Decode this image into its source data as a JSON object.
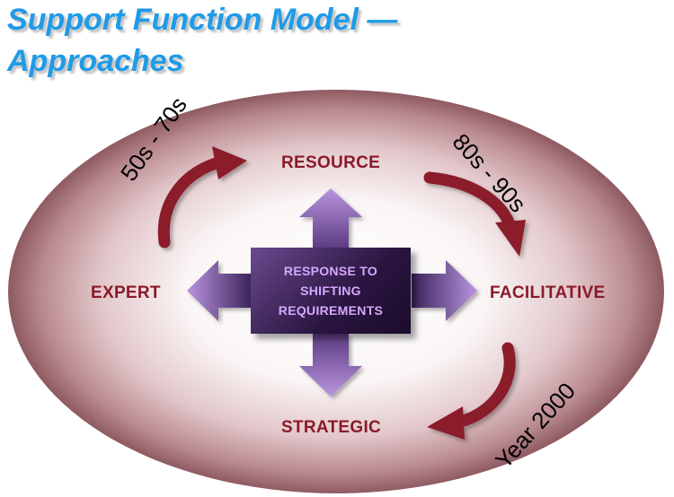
{
  "title": {
    "line1": "Support Function Model —",
    "line2": "Approaches"
  },
  "nodes": {
    "resource": "RESOURCE",
    "facilitative": "FACILITATIVE",
    "strategic": "STRATEGIC",
    "expert": "EXPERT"
  },
  "center": {
    "line1": "RESPONSE TO",
    "line2": "SHIFTING",
    "line3": "REQUIREMENTS"
  },
  "eras": {
    "first": "50s - 70s",
    "second": "80s - 90s",
    "third": "Year 2000"
  },
  "colors": {
    "title": "#1f9be8",
    "node_text": "#8b1a2a",
    "curved_arrow": "#8b1a2a",
    "center_text": "#d4a8ff",
    "straight_arrow": "#9a72c9"
  }
}
